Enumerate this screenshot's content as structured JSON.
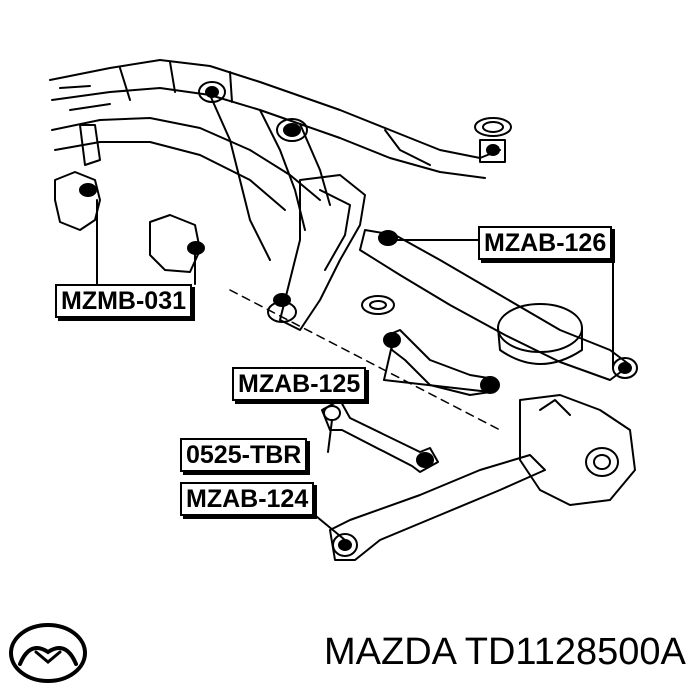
{
  "callouts": {
    "mzmb_031": "MZMB-031",
    "mzab_126": "MZAB-126",
    "mzab_125": "MZAB-125",
    "tbr_0525": "0525-TBR",
    "mzab_124": "MZAB-124"
  },
  "footer": {
    "brand": "MAZDA",
    "part_number": "TD1128500A"
  },
  "logo_name": "mazda-logo"
}
